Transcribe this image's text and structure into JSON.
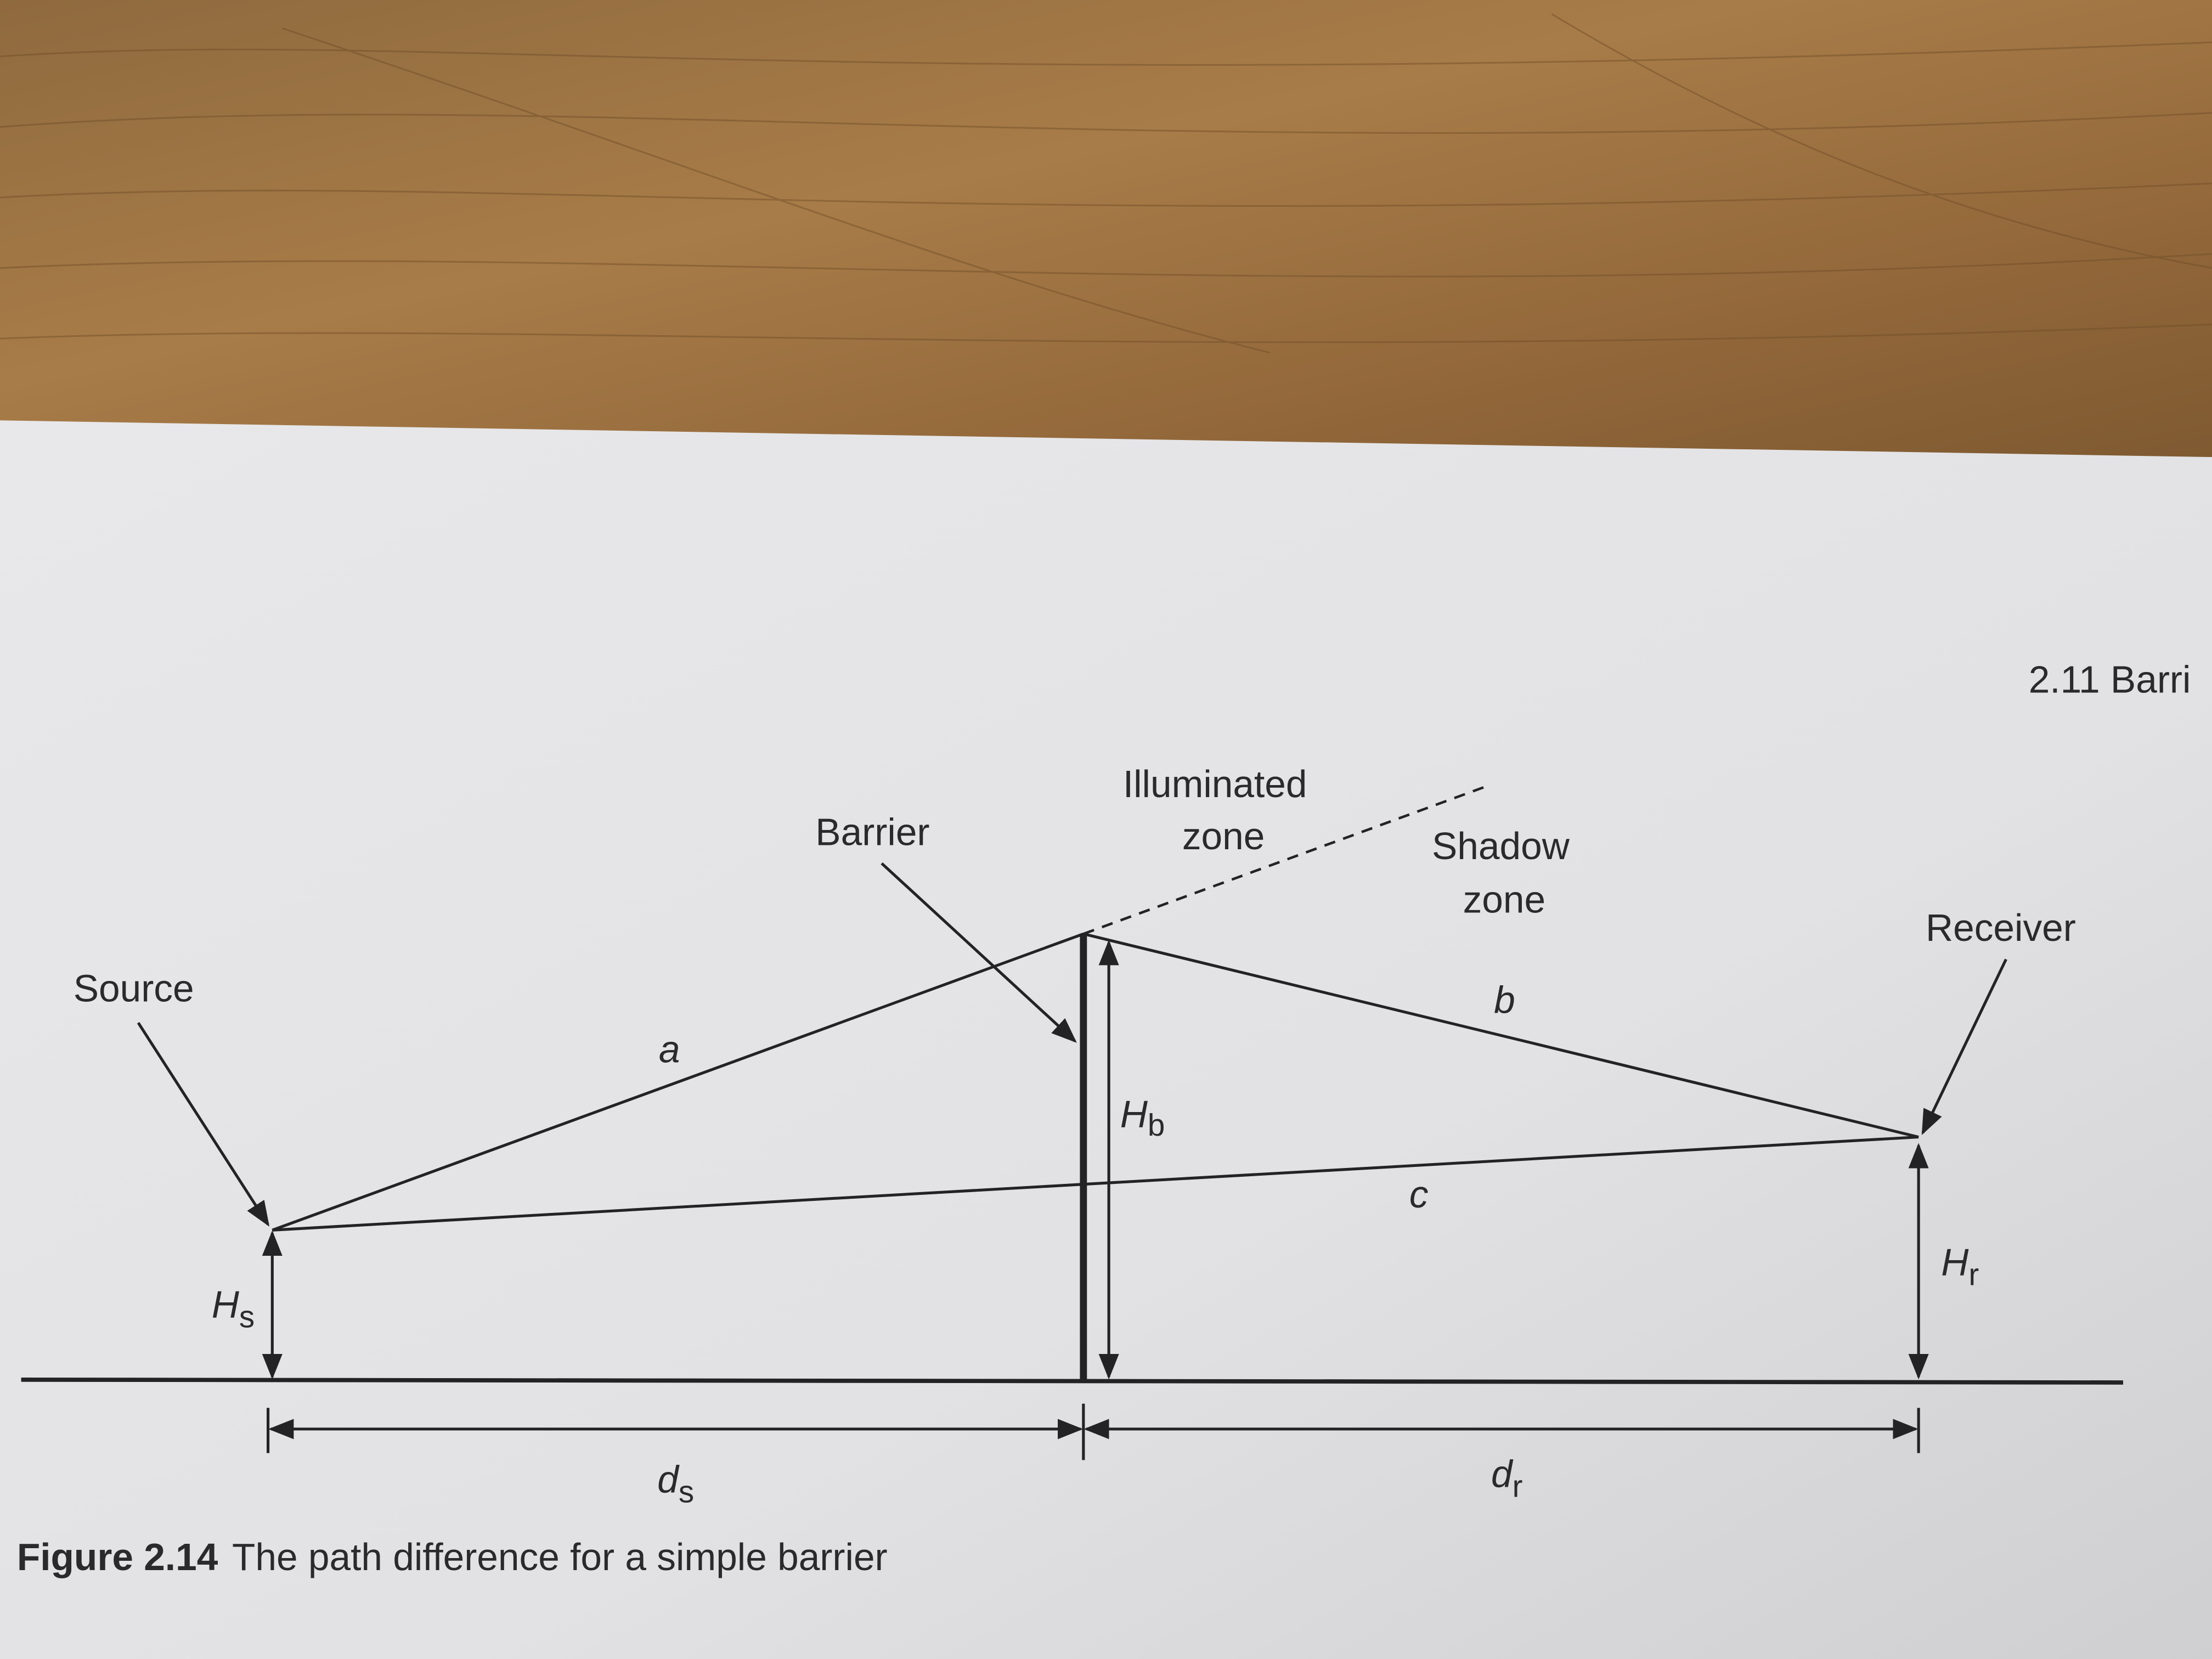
{
  "page": {
    "running_header": "2.11 Barri"
  },
  "figure": {
    "caption_number": "Figure 2.14",
    "caption_text": "The path difference for a simple barrier",
    "labels": {
      "source": "Source",
      "barrier": "Barrier",
      "illuminated_1": "Illuminated",
      "illuminated_2": "zone",
      "shadow_1": "Shadow",
      "shadow_2": "zone",
      "receiver": "Receiver",
      "path_a": "a",
      "path_b": "b",
      "path_c": "c",
      "hb_main": "H",
      "hb_sub": "b",
      "hs_main": "H",
      "hs_sub": "s",
      "hr_main": "H",
      "hr_sub": "r",
      "ds_main": "d",
      "ds_sub": "s",
      "dr_main": "d",
      "dr_sub": "r"
    }
  },
  "colors": {
    "paper": "#e4e4e6",
    "ink": "#232325",
    "wood": "#9a7040"
  }
}
